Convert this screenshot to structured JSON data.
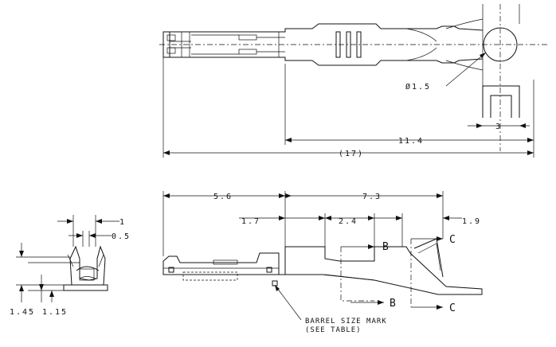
{
  "dimensions": {
    "dia": "Ø1.5",
    "w3": "3",
    "d11_4": "11.4",
    "d17": "(17)",
    "d5_6": "5.6",
    "d7_3": "7.3",
    "d1_7": "1.7",
    "d2_4": "2.4",
    "d1_9": "1.9",
    "d1": "1",
    "d0_5": "0.5",
    "d1_45": "1.45",
    "d1_15": "1.15"
  },
  "sections": {
    "b_top": "B",
    "b_bottom": "B",
    "c_top": "C",
    "c_bottom": "C"
  },
  "notes": {
    "barrel_line1": "BARREL SIZE MARK",
    "barrel_line2": "(SEE TABLE)"
  }
}
